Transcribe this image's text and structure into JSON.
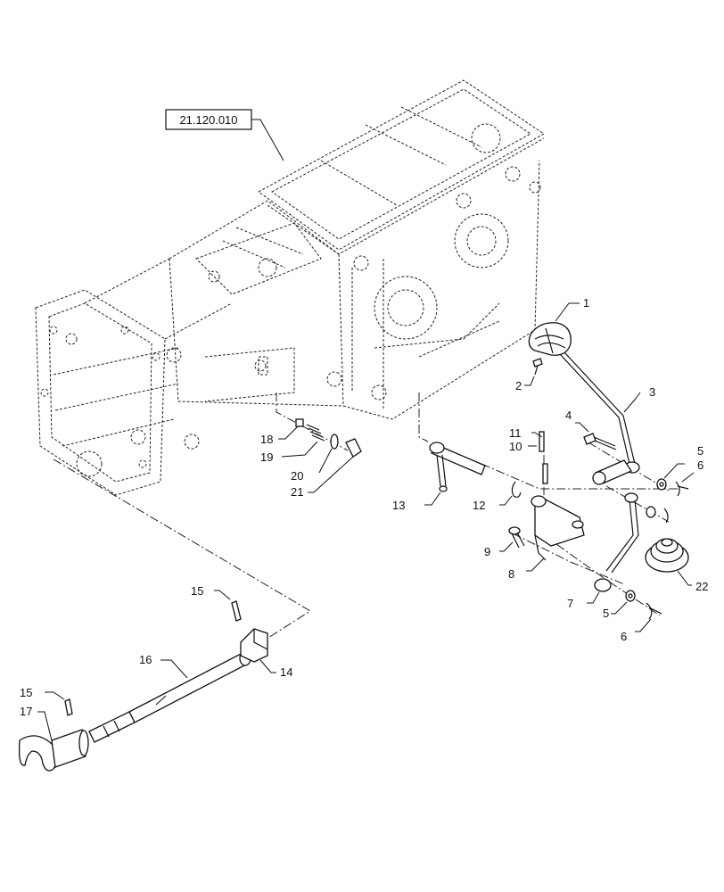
{
  "reference_box": {
    "label": "21.120.010"
  },
  "callouts": [
    {
      "id": "c1",
      "text": "1"
    },
    {
      "id": "c2",
      "text": "2"
    },
    {
      "id": "c3",
      "text": "3"
    },
    {
      "id": "c4",
      "text": "4"
    },
    {
      "id": "c5a",
      "text": "5"
    },
    {
      "id": "c6a",
      "text": "6"
    },
    {
      "id": "c7",
      "text": "7"
    },
    {
      "id": "c5b",
      "text": "5"
    },
    {
      "id": "c6b",
      "text": "6"
    },
    {
      "id": "c8",
      "text": "8"
    },
    {
      "id": "c9",
      "text": "9"
    },
    {
      "id": "c10",
      "text": "10"
    },
    {
      "id": "c11",
      "text": "11"
    },
    {
      "id": "c12",
      "text": "12"
    },
    {
      "id": "c13",
      "text": "13"
    },
    {
      "id": "c14",
      "text": "14"
    },
    {
      "id": "c15a",
      "text": "15"
    },
    {
      "id": "c15b",
      "text": "15"
    },
    {
      "id": "c16",
      "text": "16"
    },
    {
      "id": "c17",
      "text": "17"
    },
    {
      "id": "c18",
      "text": "18"
    },
    {
      "id": "c19",
      "text": "19"
    },
    {
      "id": "c20",
      "text": "20"
    },
    {
      "id": "c21",
      "text": "21"
    },
    {
      "id": "c22",
      "text": "22"
    }
  ]
}
